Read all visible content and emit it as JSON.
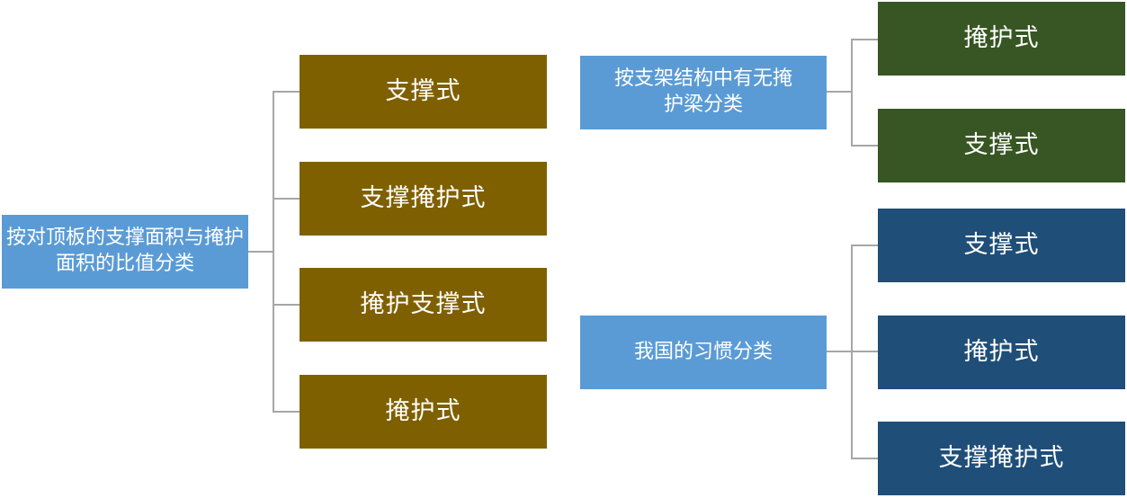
{
  "colors": {
    "category": "#5B9BD5",
    "brown": "#7F6000",
    "green": "#375623",
    "navy": "#1F4E79",
    "connector": "#A6A6A6"
  },
  "tree_left": {
    "root": "按对顶板的支撑面积与掩护面积的比值分类",
    "children": [
      "支撑式",
      "支撑掩护式",
      "掩护支撑式",
      "掩护式"
    ]
  },
  "tree_right_top": {
    "root": "按支架结构中有无掩护梁分类",
    "children": [
      "掩护式",
      "支撑式"
    ]
  },
  "tree_right_bottom": {
    "root": "我国的习惯分类",
    "children": [
      "支撑式",
      "掩护式",
      "支撑掩护式"
    ]
  }
}
